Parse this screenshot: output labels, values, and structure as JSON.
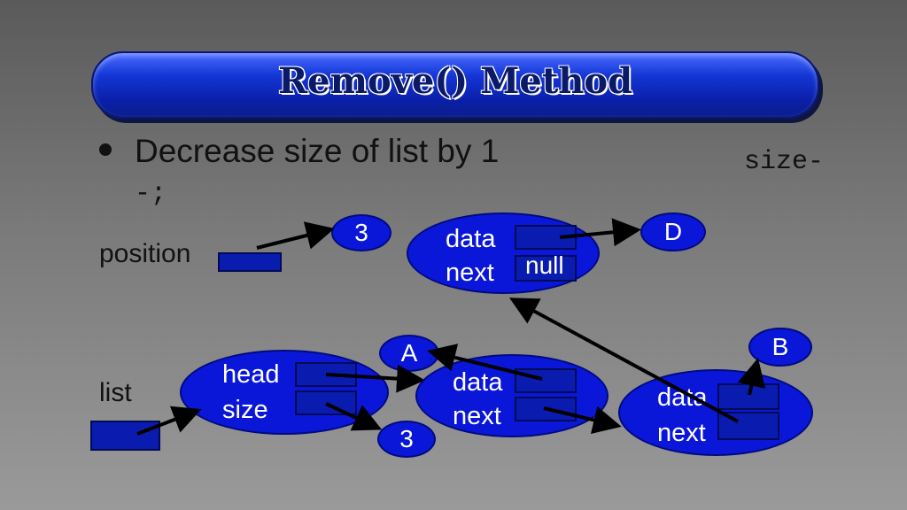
{
  "title": "Remove() Method",
  "bullet": "Decrease size of list by 1",
  "code": {
    "line1": "size-",
    "line2": "-;"
  },
  "labels": {
    "position": "position",
    "list": "list"
  },
  "values": {
    "position_value": "3",
    "size_value": "3"
  },
  "list_header": {
    "head": "head",
    "size": "size"
  },
  "node_top": {
    "data": "data",
    "next": "next",
    "next_value": "null",
    "data_value": "D"
  },
  "node_a": {
    "data": "data",
    "next": "next",
    "data_value": "A"
  },
  "node_b": {
    "data": "data",
    "next": "next",
    "data_value": "B"
  },
  "colors": {
    "node_fill": "#0a17d8",
    "slot_fill": "#0a1cb0",
    "title_fill": "#1436d6"
  }
}
